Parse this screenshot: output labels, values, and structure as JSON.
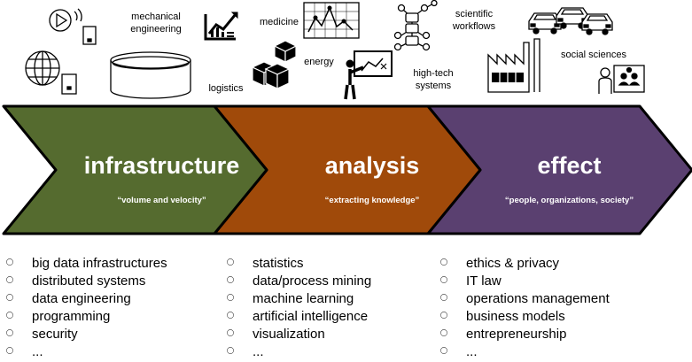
{
  "domains": [
    {
      "label": "mechanical\nengineering",
      "icon": "factory-gear-icon"
    },
    {
      "label": "medicine",
      "icon": "vital-signs-chart-icon"
    },
    {
      "label": "scientific\nworkflows",
      "icon": "network-nodes-icon"
    },
    {
      "label": "logistics",
      "icon": "stacked-boxes-icon"
    },
    {
      "label": "energy",
      "icon": "presenter-board-icon"
    },
    {
      "label": "high-tech\nsystems",
      "icon": "factory-icon"
    },
    {
      "label": "social sciences",
      "icon": "people-icon"
    }
  ],
  "decorative_icons": [
    "media-player-icon",
    "globe-icon",
    "database-cylinder-icon",
    "growth-chart-icon",
    "cars-icon"
  ],
  "stages": [
    {
      "title": "infrastructure",
      "subtitle": "“volume and velocity”",
      "color": "#556b2f"
    },
    {
      "title": "analysis",
      "subtitle": "“extracting knowledge”",
      "color": "#a04a0a"
    },
    {
      "title": "effect",
      "subtitle": "“people, organizations, society”",
      "color": "#5a4070"
    }
  ],
  "columns": [
    [
      "big data infrastructures",
      "distributed systems",
      "data engineering",
      "programming",
      "security",
      "..."
    ],
    [
      "statistics",
      "data/process mining",
      "machine learning",
      "artificial intelligence",
      "visualization",
      "..."
    ],
    [
      "ethics & privacy",
      "IT law",
      "operations management",
      "business models",
      "entrepreneurship",
      "..."
    ]
  ]
}
